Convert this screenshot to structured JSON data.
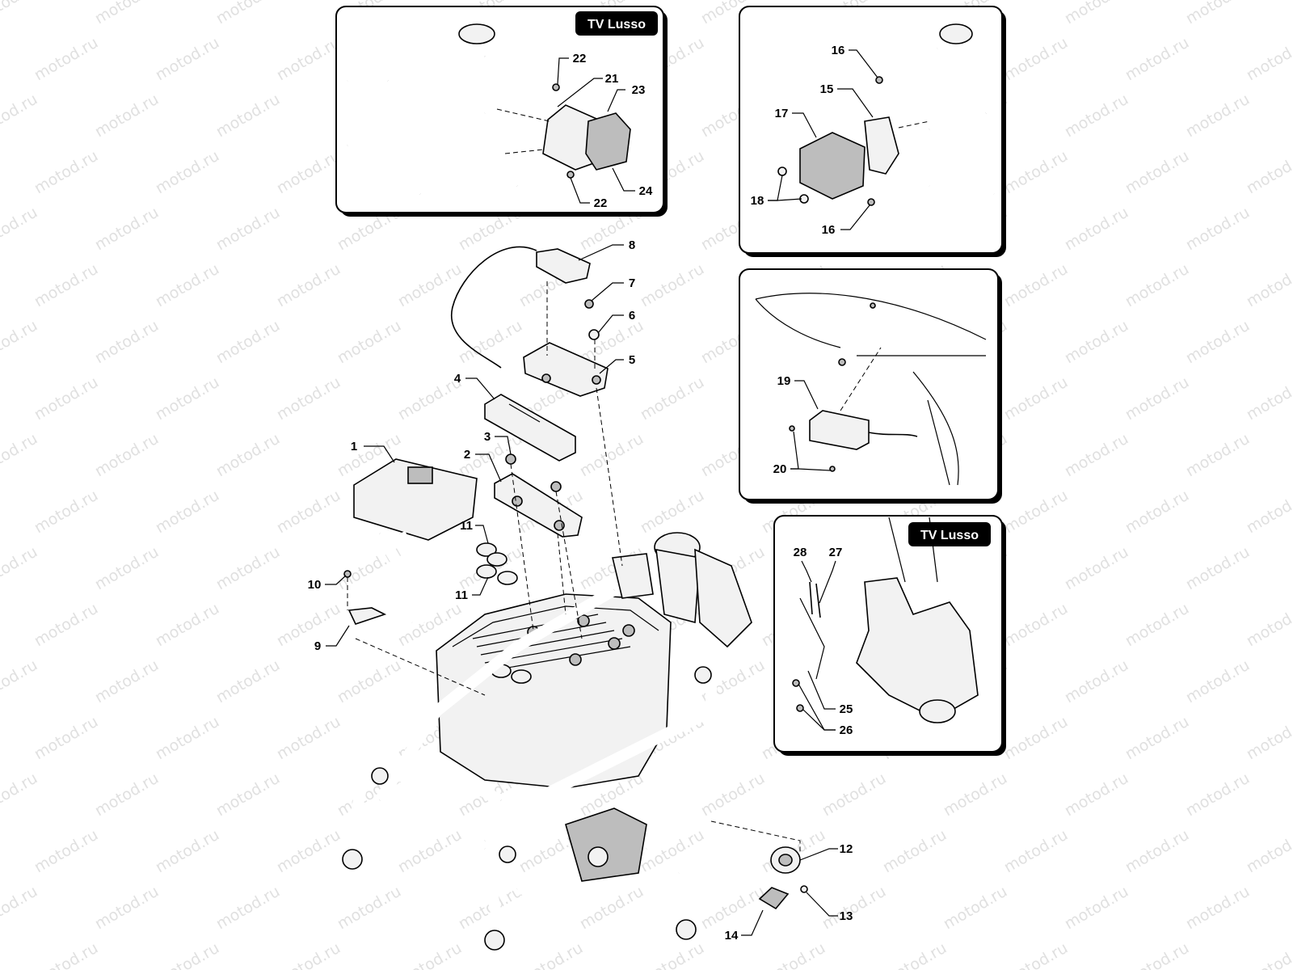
{
  "watermark": "motod.ru",
  "inset_tags": {
    "top_left": "TV Lusso",
    "bottom_right": "TV Lusso"
  },
  "callouts": [
    "1",
    "2",
    "3",
    "4",
    "5",
    "6",
    "7",
    "8",
    "9",
    "10",
    "11",
    "11",
    "12",
    "13",
    "14",
    "15",
    "16",
    "16",
    "17",
    "18",
    "19",
    "20",
    "21",
    "22",
    "22",
    "23",
    "24",
    "25",
    "26",
    "27",
    "28"
  ]
}
